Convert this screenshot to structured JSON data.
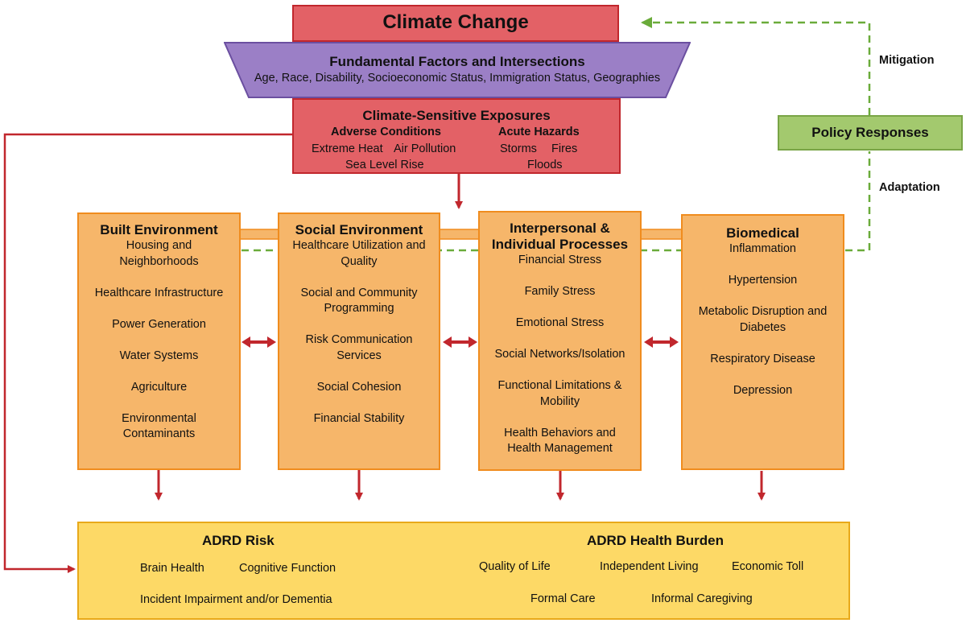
{
  "climate_change": {
    "title": "Climate Change"
  },
  "fundamental": {
    "title": "Fundamental Factors and Intersections",
    "subtitle": "Age, Race, Disability, Socioeconomic Status, Immigration Status, Geographies"
  },
  "exposures": {
    "title": "Climate-Sensitive Exposures",
    "adverse_title": "Adverse Conditions",
    "acute_title": "Acute Hazards",
    "extreme_heat": "Extreme Heat",
    "air_pollution": "Air Pollution",
    "sea_level_rise": "Sea Level Rise",
    "storms": "Storms",
    "fires": "Fires",
    "floods": "Floods"
  },
  "policy": {
    "title": "Policy Responses",
    "mitigation": "Mitigation",
    "adaptation": "Adaptation"
  },
  "built": {
    "title": "Built Environment",
    "items": [
      "Housing and\nNeighborhoods",
      "Healthcare Infrastructure",
      "Power Generation",
      "Water Systems",
      "Agriculture",
      "Environmental\nContaminants"
    ]
  },
  "social": {
    "title": "Social Environment",
    "items": [
      "Healthcare Utilization and\nQuality",
      "Social and Community\nProgramming",
      "Risk Communication\nServices",
      "Social Cohesion",
      "Financial Stability"
    ]
  },
  "interpersonal": {
    "title": "Interpersonal &\nIndividual Processes",
    "items": [
      "Financial Stress",
      "Family Stress",
      "Emotional Stress",
      "Social Networks/Isolation",
      "Functional Limitations &\nMobility",
      "Health Behaviors and\nHealth Management"
    ]
  },
  "biomedical": {
    "title": "Biomedical",
    "items": [
      "Inflammation",
      "Hypertension",
      "Metabolic Disruption and\nDiabetes",
      "Respiratory Disease",
      "Depression"
    ]
  },
  "adrd_risk": {
    "title": "ADRD Risk",
    "brain_health": "Brain Health",
    "cognitive_function": "Cognitive Function",
    "incident": "Incident Impairment and/or Dementia"
  },
  "adrd_burden": {
    "title": "ADRD Health Burden",
    "quality_of_life": "Quality of Life",
    "independent_living": "Independent Living",
    "economic_toll": "Economic Toll",
    "formal_care": "Formal Care",
    "informal_caregiving": "Informal Caregiving"
  },
  "colors": {
    "red": "#e36166",
    "purple": "#9b7fc6",
    "orange": "#f6b66a",
    "yellow": "#fdd966",
    "green": "#a3c96e",
    "arrow_red": "#c1272d",
    "dashed_green": "#6aab3a"
  }
}
